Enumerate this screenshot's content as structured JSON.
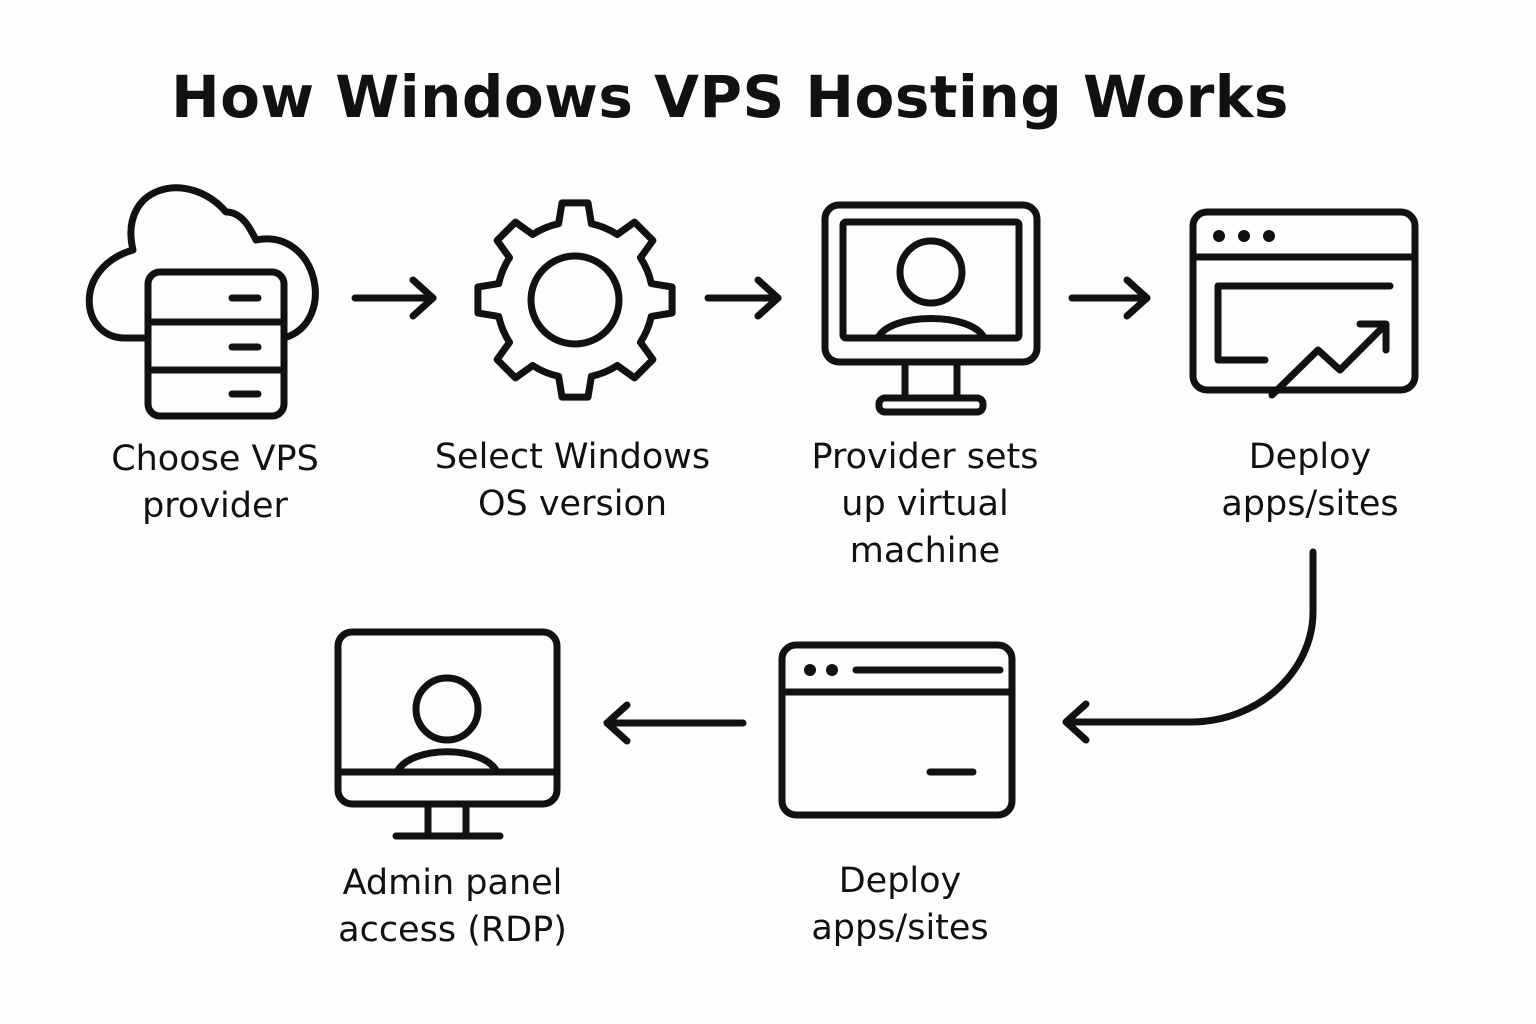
{
  "title": "How Windows VPS Hosting Works",
  "steps": [
    {
      "label": "Choose VPS\nprovider",
      "icon": "cloud-server-icon"
    },
    {
      "label": "Select Windows\nOS version",
      "icon": "gear-icon"
    },
    {
      "label": "Provider sets\nup virtual\nmachine",
      "icon": "monitor-user-icon"
    },
    {
      "label": "Deploy\napps/sites",
      "icon": "browser-chart-icon"
    },
    {
      "label": "Deploy\napps/sites",
      "icon": "browser-window-icon"
    },
    {
      "label": "Admin panel\naccess (RDP)",
      "icon": "monitor-user-icon"
    }
  ],
  "colors": {
    "stroke": "#111111",
    "background": "#fdfdfd"
  }
}
